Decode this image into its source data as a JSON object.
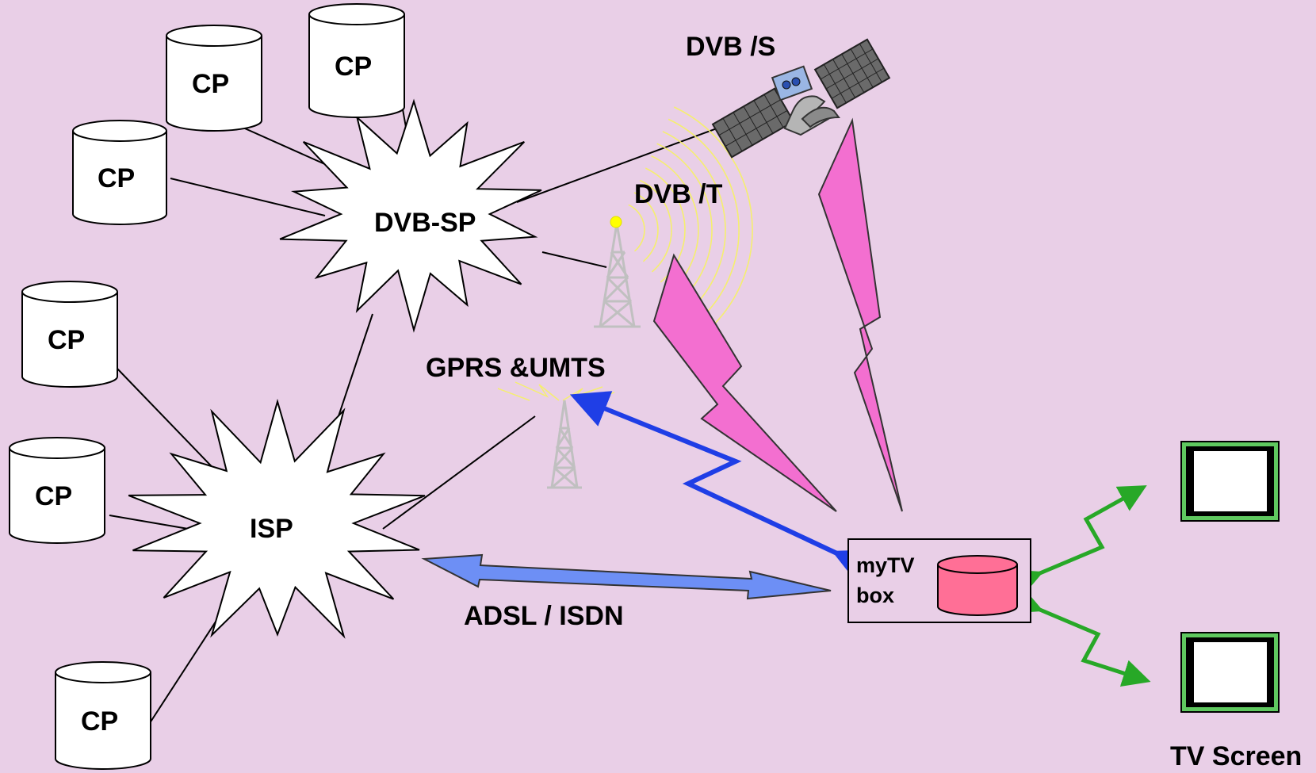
{
  "labels": {
    "dvb_s": "DVB /S",
    "dvb_t": "DVB /T",
    "gprs_umts": "GPRS &UMTS",
    "adsl_isdn": "ADSL / ISDN",
    "dvb_sp": "DVB-SP",
    "isp": "ISP",
    "mytv_line1": "myTV",
    "mytv_line2": "box",
    "tv_screen": "TV Screen"
  },
  "content_providers": [
    "CP",
    "CP",
    "CP",
    "CP",
    "CP",
    "CP"
  ],
  "colors": {
    "background": "#e9cfe7",
    "broadcast_bolt": "#f36fd0",
    "mobile_arrow": "#1f3ee6",
    "adsl_arrow": "#6d8ff5",
    "tv_link_arrow": "#27a827",
    "radio_waves": "#f5ef6f",
    "tower": "#c0c0c0",
    "storage": "#ff6f96",
    "tv_frame": "#5fc85f"
  },
  "icons": [
    "satellite-icon",
    "broadcast-tower-icon",
    "mobile-tower-icon",
    "storage-disk-icon",
    "tv-screen-icon"
  ]
}
